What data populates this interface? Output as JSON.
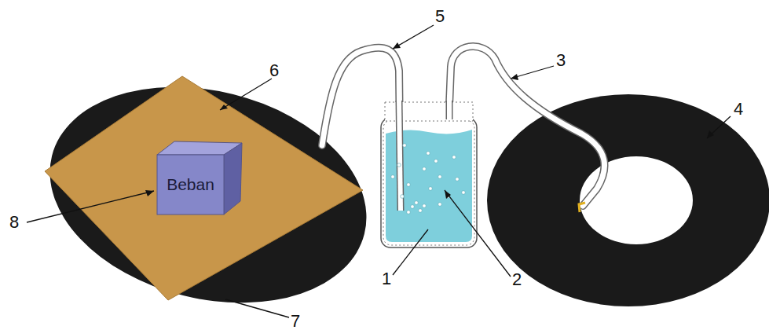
{
  "diagram": {
    "nodes": [
      {
        "text": [
          "Beban"
        ]
      }
    ],
    "labels": [
      "5",
      "3",
      "6",
      "4",
      "8",
      "2",
      "1",
      "7"
    ]
  }
}
